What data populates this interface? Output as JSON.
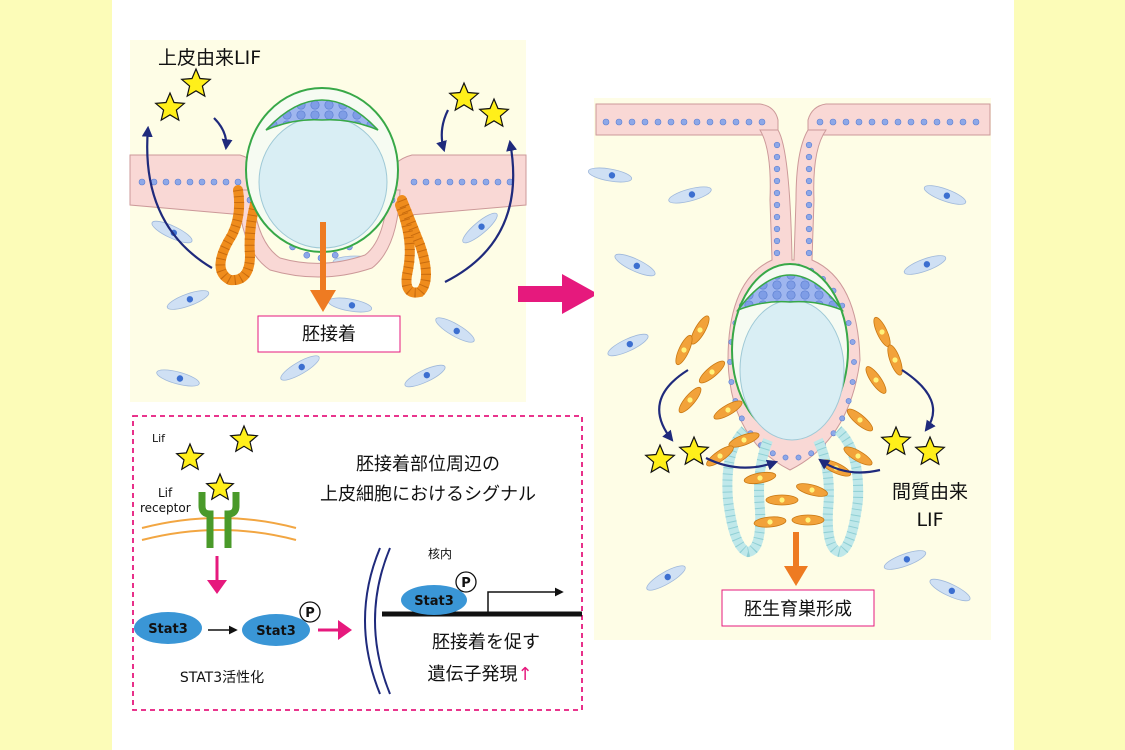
{
  "panel_left": {
    "title": "上皮由来LIF",
    "result_label": "胚接着"
  },
  "panel_right": {
    "stromal_label_line1": "間質由来",
    "stromal_label_line2": "LIF",
    "result_label": "胚生育巣形成"
  },
  "signal_box": {
    "title_line1": "胚接着部位周辺の",
    "title_line2": "上皮細胞におけるシグナル",
    "lif_label": "Lif",
    "receptor_label_line1": "Lif",
    "receptor_label_line2": "receptor",
    "stat3_label": "Stat3",
    "phospho_label": "P",
    "activation_label": "STAT3活性化",
    "nucleus_label": "核内",
    "gene_line1": "胚接着を促す",
    "gene_line2": "遺伝子発現",
    "up_arrow": "↑"
  },
  "colors": {
    "background": "#fcfcb8",
    "panel": "#fefde6",
    "epithelium": "#f9d8d5",
    "nucleus": "#8ea8e8",
    "blastocyst": "#d9eef4",
    "embryo_rim": "#38a848",
    "gland": "#ef8c1c",
    "lif_star": "#ffef1a",
    "arrow_blue": "#1f2a7c",
    "arrow_orange": "#ee7b22",
    "arrow_magenta": "#e6197d",
    "stat3": "#3a96d6",
    "receptor": "#4a9a2a",
    "membrane": "#f2a642"
  }
}
